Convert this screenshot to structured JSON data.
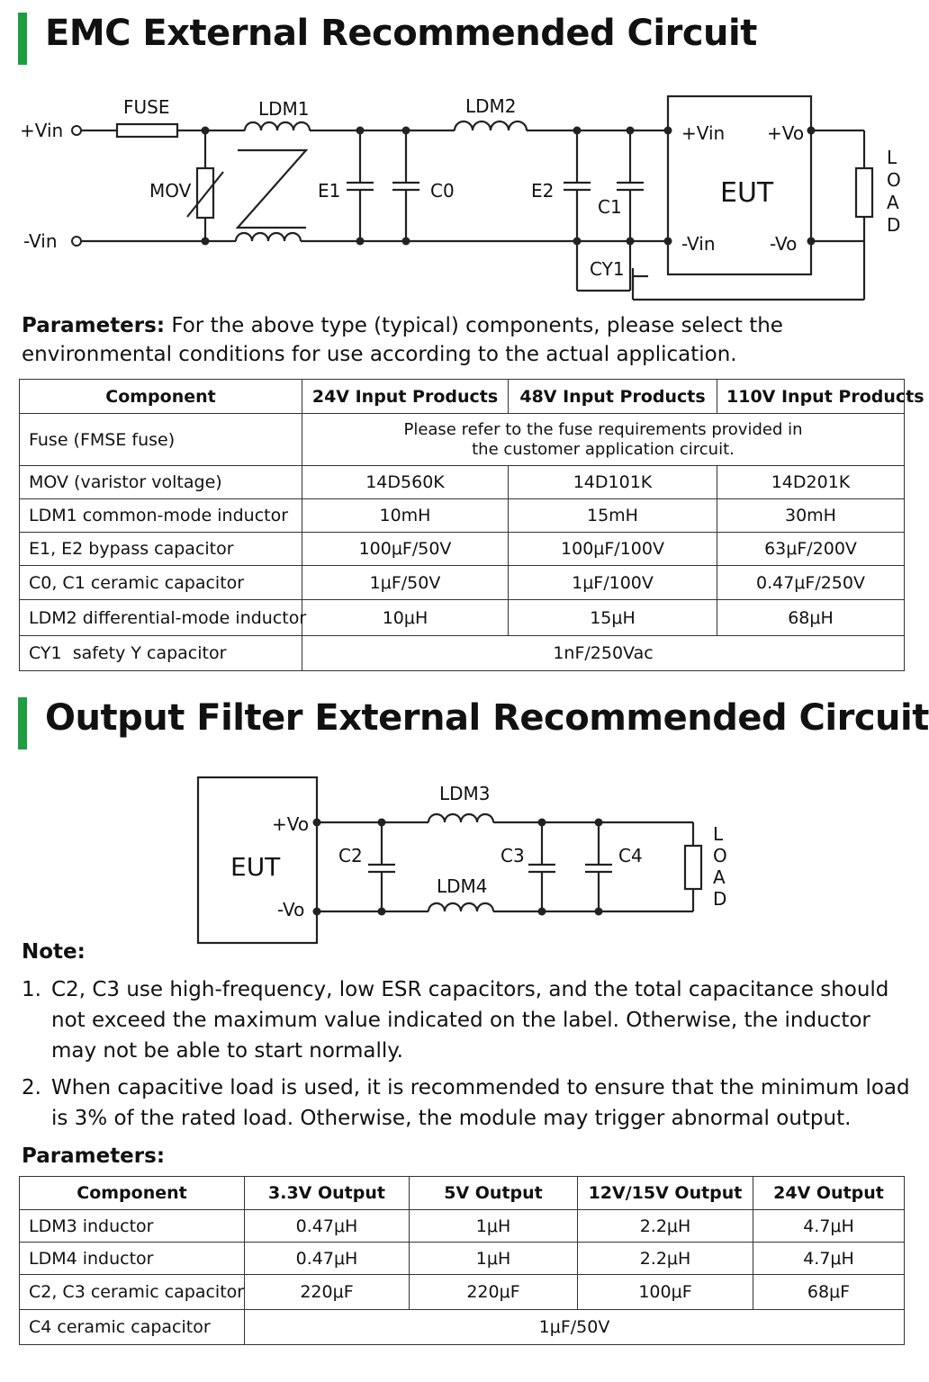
{
  "emc": {
    "title": "EMC External Recommended Circuit",
    "diagram": {
      "vin_pos": "+Vin",
      "vin_neg": "-Vin",
      "fuse": "FUSE",
      "ldm1": "LDM1",
      "ldm2": "LDM2",
      "mov": "MOV",
      "e1": "E1",
      "c0": "C0",
      "e2": "E2",
      "c1": "C1",
      "cy1": "CY1",
      "eut": "EUT",
      "eut_vin_pos": "+Vin",
      "eut_vo_pos": "+Vo",
      "eut_vin_neg": "-Vin",
      "eut_vo_neg": "-Vo",
      "load_letters": [
        "L",
        "O",
        "A",
        "D"
      ]
    },
    "params_label": "Parameters:",
    "params_text": "For the above type (typical) components, please select the environmental conditions for use according to the actual application.",
    "table": {
      "headers": [
        "Component",
        "24V Input Products",
        "48V Input Products",
        "110V Input Products"
      ],
      "fuse_row": {
        "component": "Fuse (FMSE fuse)",
        "value": "Please refer to the fuse requirements provided in the customer application circuit."
      },
      "rows": [
        [
          "MOV (varistor voltage)",
          "14D560K",
          "14D101K",
          "14D201K"
        ],
        [
          "LDM1 common-mode inductor",
          "10mH",
          "15mH",
          "30mH"
        ],
        [
          "E1, E2 bypass capacitor",
          "100μF/50V",
          "100μF/100V",
          "63μF/200V"
        ],
        [
          "C0, C1 ceramic capacitor",
          "1μF/50V",
          "1μF/100V",
          "0.47μF/250V"
        ],
        [
          "LDM2 differential-mode inductor",
          "10μH",
          "15μH",
          "68μH"
        ]
      ],
      "cy1_row": {
        "component": "CY1  safety Y capacitor",
        "value": "1nF/250Vac"
      }
    }
  },
  "output": {
    "title": "Output Filter External Recommended Circuit",
    "diagram": {
      "eut": "EUT",
      "vo_pos": "+Vo",
      "vo_neg": "-Vo",
      "c2": "C2",
      "c3": "C3",
      "c4": "C4",
      "ldm3": "LDM3",
      "ldm4": "LDM4",
      "load_letters": [
        "L",
        "O",
        "A",
        "D"
      ]
    },
    "note_title": "Note:",
    "notes": [
      {
        "num": "1.",
        "text": "C2, C3 use high-frequency, low ESR capacitors, and the total capacitance should not exceed the maximum value indicated on the label. Otherwise, the inductor may not be able to start normally."
      },
      {
        "num": "2.",
        "text": "When capacitive load is used, it is recommended to ensure that the minimum load is 3% of the rated load. Otherwise, the module may trigger abnormal output."
      }
    ],
    "params_label": "Parameters:",
    "table": {
      "headers": [
        "Component",
        "3.3V Output",
        "5V Output",
        "12V/15V Output",
        "24V Output"
      ],
      "rows": [
        [
          "LDM3 inductor",
          "0.47μH",
          "1μH",
          "2.2μH",
          "4.7μH"
        ],
        [
          "LDM4 inductor",
          "0.47μH",
          "1μH",
          "2.2μH",
          "4.7μH"
        ],
        [
          "C2, C3 ceramic capacitor",
          "220μF",
          "220μF",
          "100μF",
          "68μF"
        ]
      ],
      "c4_row": {
        "component": "C4 ceramic capacitor",
        "value": "1μF/50V"
      }
    }
  },
  "colors": {
    "accent_bar": "#1f9d3f",
    "line": "#222222"
  }
}
